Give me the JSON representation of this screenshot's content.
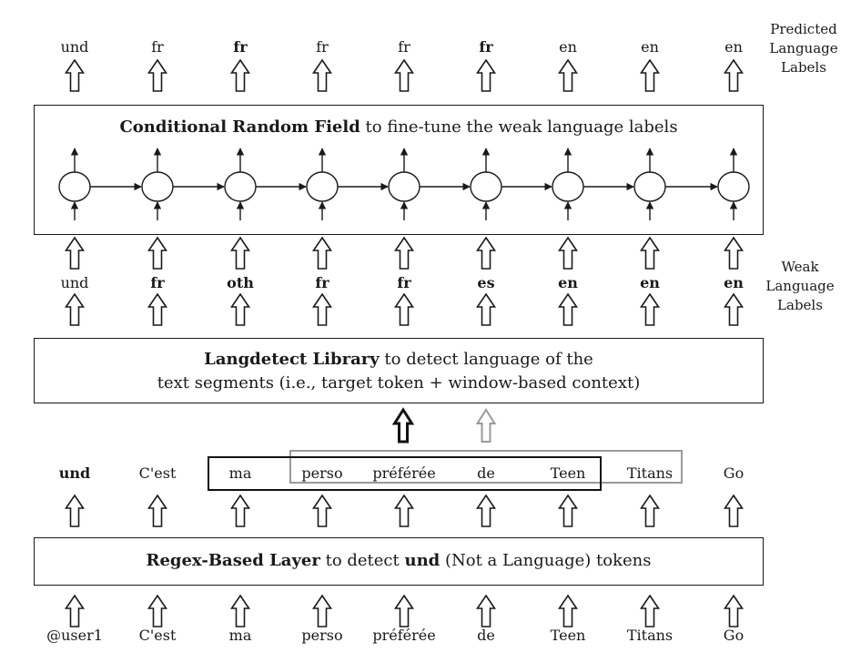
{
  "predicted": {
    "title_lines": [
      "Predicted",
      "Language",
      "Labels"
    ],
    "labels": [
      {
        "text": "und",
        "bold": false
      },
      {
        "text": "fr",
        "bold": false
      },
      {
        "text": "fr",
        "bold": true
      },
      {
        "text": "fr",
        "bold": false
      },
      {
        "text": "fr",
        "bold": false
      },
      {
        "text": "fr",
        "bold": true
      },
      {
        "text": "en",
        "bold": false
      },
      {
        "text": "en",
        "bold": false
      },
      {
        "text": "en",
        "bold": false
      }
    ]
  },
  "crf": {
    "title_bold": "Conditional Random Field",
    "title_rest": " to fine-tune the weak language labels"
  },
  "weak": {
    "title_lines": [
      "Weak",
      "Language",
      "Labels"
    ],
    "labels": [
      {
        "text": "und",
        "bold": false
      },
      {
        "text": "fr",
        "bold": true
      },
      {
        "text": "oth",
        "bold": true
      },
      {
        "text": "fr",
        "bold": true
      },
      {
        "text": "fr",
        "bold": true
      },
      {
        "text": "es",
        "bold": true
      },
      {
        "text": "en",
        "bold": true
      },
      {
        "text": "en",
        "bold": true
      },
      {
        "text": "en",
        "bold": true
      }
    ]
  },
  "langdetect": {
    "line1_bold": "Langdetect Library",
    "line1_rest": " to detect language of the",
    "line2": "text segments (i.e., target token + window-based context)"
  },
  "middle_tokens": [
    {
      "text": "und",
      "bold": true
    },
    {
      "text": "C'est",
      "bold": false
    },
    {
      "text": "ma",
      "bold": false
    },
    {
      "text": "perso",
      "bold": false
    },
    {
      "text": "préférée",
      "bold": false
    },
    {
      "text": "de",
      "bold": false
    },
    {
      "text": "Teen",
      "bold": false
    },
    {
      "text": "Titans",
      "bold": false
    },
    {
      "text": "Go",
      "bold": false
    }
  ],
  "regex": {
    "part1_bold": "Regex-Based Layer",
    "part2": " to detect ",
    "part3_bold": "und",
    "part4": " (Not a Language) tokens"
  },
  "input_tokens": [
    {
      "text": "@user1"
    },
    {
      "text": "C'est"
    },
    {
      "text": "ma"
    },
    {
      "text": "perso"
    },
    {
      "text": "préférée"
    },
    {
      "text": "de"
    },
    {
      "text": "Teen"
    },
    {
      "text": "Titans"
    },
    {
      "text": "Go"
    }
  ],
  "colors": {
    "ink": "#1a1a1a",
    "window_primary": "#111111",
    "window_secondary": "#9a9a9a"
  }
}
